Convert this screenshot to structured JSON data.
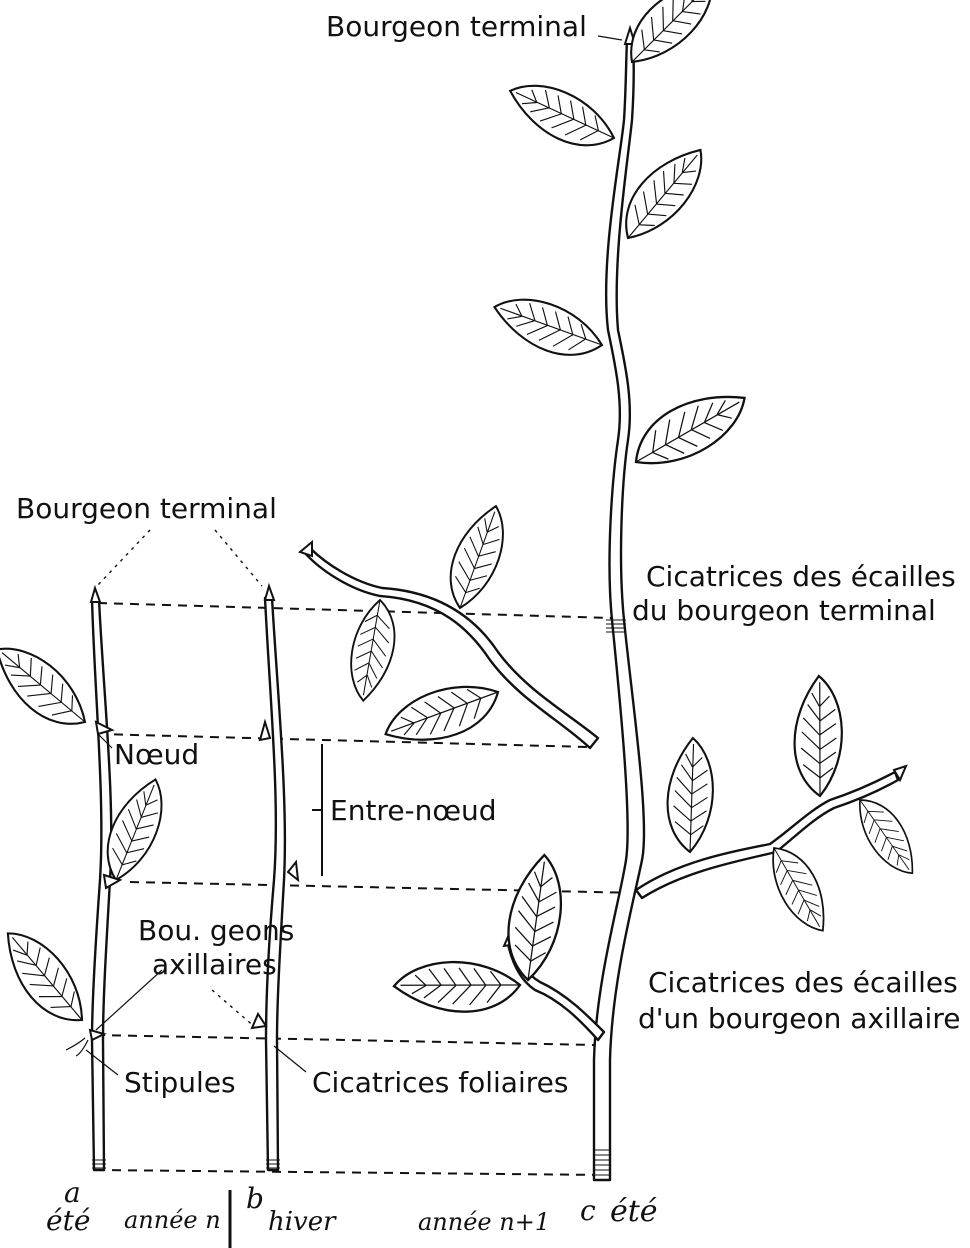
{
  "labels": {
    "top_terminal_bud": "Bourgeon terminal",
    "left_terminal_bud": "Bourgeon terminal",
    "node": "Nœud",
    "internode": "Entre-nœud",
    "axillary_buds_line1": "Bou. geons",
    "axillary_buds_line2": "axillaires",
    "stipules": "Stipules",
    "leaf_scars": "Cicatrices foliaires",
    "terminal_scale_scars_line1": "Cicatrices des écailles",
    "terminal_scale_scars_line2": "du bourgeon terminal",
    "axillary_scale_scars_line1": "Cicatrices des écailles",
    "axillary_scale_scars_line2": "d'un bourgeon axillaire"
  },
  "footer": {
    "a": "a",
    "a_season": "été",
    "year_n": "année n",
    "b": "b",
    "b_season": "hiver",
    "year_n1": "année n+1",
    "c": "c",
    "c_season": "été"
  },
  "colors": {
    "ink": "#111111",
    "paper": "#ffffff"
  }
}
